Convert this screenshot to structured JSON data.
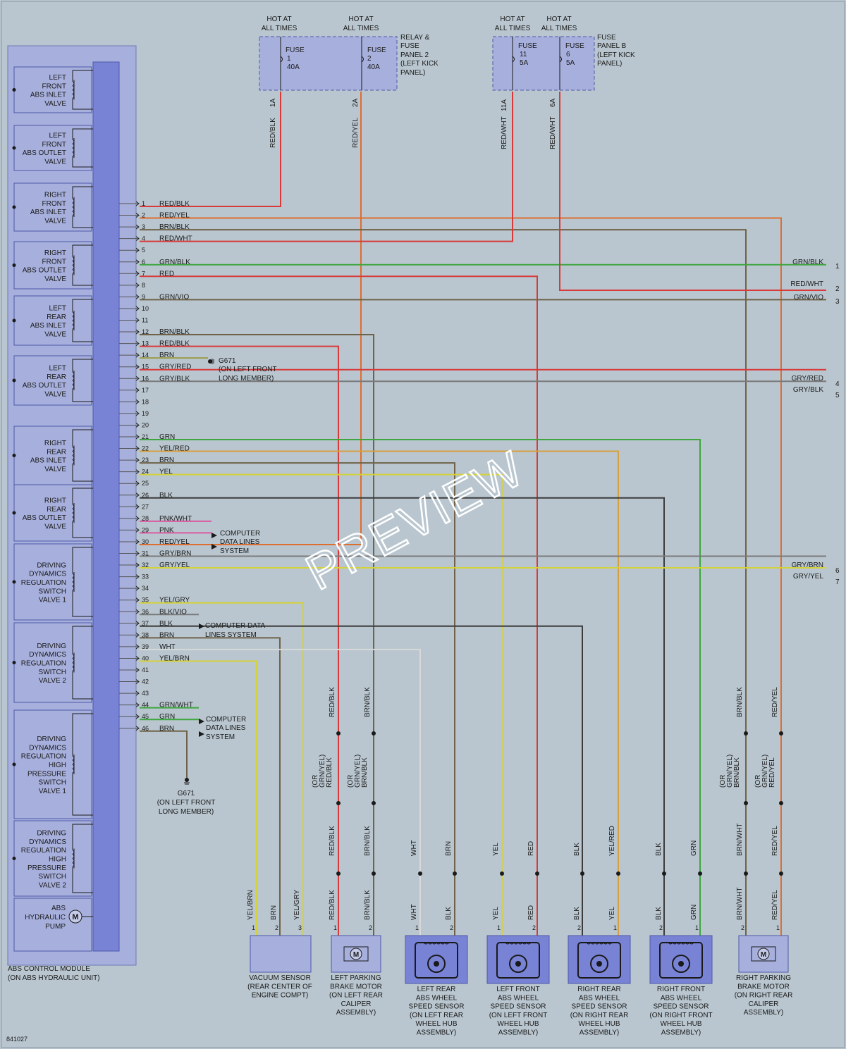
{
  "diagram_id": "841027",
  "watermark": "PREVIEW",
  "module": {
    "name_lines": [
      "ABS CONTROL MODULE",
      "(ON ABS HYDRAULIC UNIT)"
    ],
    "valves": [
      {
        "lines": [
          "LEFT",
          "FRONT",
          "ABS INLET",
          "VALVE"
        ]
      },
      {
        "lines": [
          "LEFT",
          "FRONT",
          "ABS OUTLET",
          "VALVE"
        ]
      },
      {
        "lines": [
          "RIGHT",
          "FRONT",
          "ABS INLET",
          "VALVE"
        ]
      },
      {
        "lines": [
          "RIGHT",
          "FRONT",
          "ABS OUTLET",
          "VALVE"
        ]
      },
      {
        "lines": [
          "LEFT",
          "REAR",
          "ABS INLET",
          "VALVE"
        ]
      },
      {
        "lines": [
          "LEFT",
          "REAR",
          "ABS OUTLET",
          "VALVE"
        ]
      },
      {
        "lines": [
          "RIGHT",
          "REAR",
          "ABS INLET",
          "VALVE"
        ]
      },
      {
        "lines": [
          "RIGHT",
          "REAR",
          "ABS OUTLET",
          "VALVE"
        ]
      },
      {
        "lines": [
          "DRIVING",
          "DYNAMICS",
          "REGULATION",
          "SWITCH",
          "VALVE 1"
        ]
      },
      {
        "lines": [
          "DRIVING",
          "DYNAMICS",
          "REGULATION",
          "SWITCH",
          "VALVE 2"
        ]
      },
      {
        "lines": [
          "DRIVING",
          "DYNAMICS",
          "REGULATION",
          "HIGH",
          "PRESSURE",
          "SWITCH",
          "VALVE 1"
        ]
      },
      {
        "lines": [
          "DRIVING",
          "DYNAMICS",
          "REGULATION",
          "HIGH",
          "PRESSURE",
          "SWITCH",
          "VALVE 2"
        ]
      }
    ],
    "pump_lines": [
      "ABS",
      "HYDRAULIC",
      "PUMP"
    ],
    "pump_symbol": "M"
  },
  "fuse_panels": [
    {
      "hot_a": [
        "HOT AT",
        "ALL TIMES"
      ],
      "hot_b": [
        "HOT AT",
        "ALL TIMES"
      ],
      "fuse_a": [
        "FUSE",
        "1",
        "40A"
      ],
      "fuse_b": [
        "FUSE",
        "2",
        "40A"
      ],
      "name_lines": [
        "RELAY &",
        "FUSE",
        "PANEL 2",
        "(LEFT KICK",
        "PANEL)"
      ]
    },
    {
      "hot_a": [
        "HOT AT",
        "ALL TIMES"
      ],
      "hot_b": [
        "HOT AT",
        "ALL TIMES"
      ],
      "fuse_a": [
        "FUSE",
        "11",
        "5A"
      ],
      "fuse_b": [
        "FUSE",
        "6",
        "5A"
      ],
      "name_lines": [
        "FUSE",
        "PANEL B",
        "(LEFT KICK",
        "PANEL)"
      ]
    }
  ],
  "fuse_feeds": [
    {
      "pin": "1A",
      "wire": "RED/BLK"
    },
    {
      "pin": "2A",
      "wire": "RED/YEL"
    },
    {
      "pin": "11A",
      "wire": "RED/WHT"
    },
    {
      "pin": "6A",
      "wire": "RED/WHT"
    }
  ],
  "pins": [
    {
      "n": "1",
      "wire": "RED/BLK"
    },
    {
      "n": "2",
      "wire": "RED/YEL"
    },
    {
      "n": "3",
      "wire": "BRN/BLK"
    },
    {
      "n": "4",
      "wire": "RED/WHT"
    },
    {
      "n": "5",
      "wire": ""
    },
    {
      "n": "6",
      "wire": "GRN/BLK"
    },
    {
      "n": "7",
      "wire": "RED"
    },
    {
      "n": "8",
      "wire": ""
    },
    {
      "n": "9",
      "wire": "GRN/VIO"
    },
    {
      "n": "10",
      "wire": ""
    },
    {
      "n": "11",
      "wire": ""
    },
    {
      "n": "12",
      "wire": "BRN/BLK"
    },
    {
      "n": "13",
      "wire": "RED/BLK"
    },
    {
      "n": "14",
      "wire": "BRN"
    },
    {
      "n": "15",
      "wire": "GRY/RED"
    },
    {
      "n": "16",
      "wire": "GRY/BLK"
    },
    {
      "n": "17",
      "wire": ""
    },
    {
      "n": "18",
      "wire": ""
    },
    {
      "n": "19",
      "wire": ""
    },
    {
      "n": "20",
      "wire": ""
    },
    {
      "n": "21",
      "wire": "GRN"
    },
    {
      "n": "22",
      "wire": "YEL/RED"
    },
    {
      "n": "23",
      "wire": "BRN"
    },
    {
      "n": "24",
      "wire": "YEL"
    },
    {
      "n": "25",
      "wire": ""
    },
    {
      "n": "26",
      "wire": "BLK"
    },
    {
      "n": "27",
      "wire": ""
    },
    {
      "n": "28",
      "wire": "PNK/WHT"
    },
    {
      "n": "29",
      "wire": "PNK"
    },
    {
      "n": "30",
      "wire": "RED/YEL"
    },
    {
      "n": "31",
      "wire": "GRY/BRN"
    },
    {
      "n": "32",
      "wire": "GRY/YEL"
    },
    {
      "n": "33",
      "wire": ""
    },
    {
      "n": "34",
      "wire": ""
    },
    {
      "n": "35",
      "wire": "YEL/GRY"
    },
    {
      "n": "36",
      "wire": "BLK/VIO"
    },
    {
      "n": "37",
      "wire": "BLK"
    },
    {
      "n": "38",
      "wire": "BRN"
    },
    {
      "n": "39",
      "wire": "WHT"
    },
    {
      "n": "40",
      "wire": "YEL/BRN"
    },
    {
      "n": "41",
      "wire": ""
    },
    {
      "n": "42",
      "wire": ""
    },
    {
      "n": "43",
      "wire": ""
    },
    {
      "n": "44",
      "wire": "GRN/WHT"
    },
    {
      "n": "45",
      "wire": "GRN"
    },
    {
      "n": "46",
      "wire": "BRN"
    }
  ],
  "ground_top": {
    "id": "G671",
    "lines": [
      "(ON LEFT FRONT",
      "LONG MEMBER)"
    ]
  },
  "ground_bottom": {
    "id": "G671",
    "lines": [
      "(ON LEFT FRONT",
      "LONG MEMBER)"
    ]
  },
  "data_lines_1": [
    "COMPUTER",
    "DATA LINES",
    "SYSTEM"
  ],
  "data_lines_2": [
    "COMPUTER DATA",
    "LINES SYSTEM"
  ],
  "data_lines_3": [
    "COMPUTER",
    "DATA LINES",
    "SYSTEM"
  ],
  "right_exits": [
    {
      "n": "1",
      "wire": "GRN/BLK"
    },
    {
      "n": "2",
      "wire": "RED/WHT"
    },
    {
      "n": "3",
      "wire": "GRN/VIO"
    },
    {
      "n": "4",
      "wire": "GRY/RED"
    },
    {
      "n": "5",
      "wire": "GRY/BLK"
    },
    {
      "n": "6",
      "wire": "GRY/BRN"
    },
    {
      "n": "7",
      "wire": "GRY/YEL"
    }
  ],
  "vertical_labels": {
    "lprk_top_a": "RED/BLK",
    "lprk_top_b": "BRN/BLK",
    "lprk_alt_a": [
      "(OR",
      "GRN/YEL)",
      "RED/BLK"
    ],
    "lprk_alt_b": [
      "(OR",
      "GRN/YEL)",
      "BRN/BLK"
    ],
    "lprk_mid_a": "RED/BLK",
    "lprk_mid_b": "BRN/BLK",
    "lprk_bot_a": "RED/BLK",
    "lprk_bot_b": "BRN/BLK",
    "rprk_top_a": "BRN/BLK",
    "rprk_top_b": "RED/YEL",
    "rprk_alt_a": [
      "(OR",
      "GRN/YEL)",
      "BRN/BLK"
    ],
    "rprk_alt_b": [
      "(OR",
      "GRN/YEL)",
      "RED/YEL"
    ],
    "rprk_mid_a": "BRN/WHT",
    "rprk_mid_b": "RED/YEL",
    "rprk_bot_a": "BRN/WHT",
    "rprk_bot_b": "RED/YEL",
    "lr_mid_a": "WHT",
    "lr_mid_b": "BRN",
    "lr_bot_a": "WHT",
    "lr_bot_b": "BLK",
    "lf_mid_a": "YEL",
    "lf_mid_b": "RED",
    "lf_bot_a": "YEL",
    "lf_bot_b": "RED",
    "rr_mid_a": "BLK",
    "rr_mid_b": "YEL/RED",
    "rr_bot_a": "BLK",
    "rr_bot_b": "YEL",
    "rf_mid_a": "BLK",
    "rf_mid_b": "GRN",
    "rf_bot_a": "BLK",
    "rf_bot_b": "GRN",
    "vac_a": "YEL/BRN",
    "vac_b": "BRN",
    "vac_c": "YEL/GRY"
  },
  "components": {
    "vacuum_sensor": [
      "VACUUM SENSOR",
      "(REAR CENTER OF",
      "ENGINE COMPT)"
    ],
    "left_parking": [
      "LEFT PARKING",
      "BRAKE MOTOR",
      "(ON LEFT REAR",
      "CALIPER",
      "ASSEMBLY)"
    ],
    "left_rear_sensor": [
      "LEFT REAR",
      "ABS WHEEL",
      "SPEED SENSOR",
      "(ON LEFT REAR",
      "WHEEL HUB",
      "ASSEMBLY)"
    ],
    "left_front_sensor": [
      "LEFT FRONT",
      "ABS WHEEL",
      "SPEED SENSOR",
      "(ON LEFT FRONT",
      "WHEEL HUB",
      "ASSEMBLY)"
    ],
    "right_rear_sensor": [
      "RIGHT REAR",
      "ABS WHEEL",
      "SPEED SENSOR",
      "(ON RIGHT REAR",
      "WHEEL HUB",
      "ASSEMBLY)"
    ],
    "right_front_sensor": [
      "RIGHT FRONT",
      "ABS WHEEL",
      "SPEED SENSOR",
      "(ON RIGHT FRONT",
      "WHEEL HUB",
      "ASSEMBLY)"
    ],
    "right_parking": [
      "RIGHT PARKING",
      "BRAKE MOTOR",
      "(ON RIGHT REAR",
      "CALIPER",
      "ASSEMBLY)"
    ]
  },
  "wire_colors": {
    "red": "#d83a3a",
    "redyel": "#dd6e30",
    "brown": "#6f6248",
    "yellow": "#d4d23a",
    "green": "#3fa63f",
    "gray": "#7a7a7a",
    "dark": "#3c3c3c",
    "pink": "#d95ba0",
    "white": "#d8d8d8",
    "olive": "#9b9b4a"
  }
}
